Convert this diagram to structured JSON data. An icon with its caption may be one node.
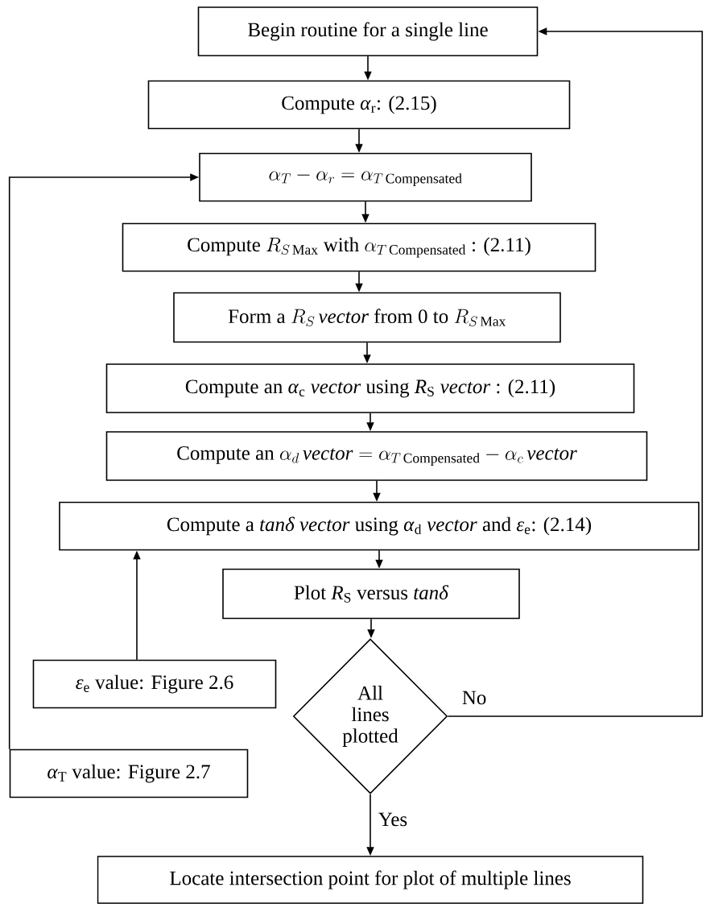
{
  "diagram": {
    "nodes": [
      {
        "text": [
          "Begin routine for a single line"
        ]
      },
      {
        "text": [
          "Compute *α*$_{r}$: (2.15)"
        ]
      },
      {
        "text": [
          "\\alpha_{T} - \\alpha_{r} = \\alpha_{T\\,\\mathrm{Compensated}}"
        ]
      },
      {
        "text": [
          "\\mbox{Compute } R_{S\\,\\mathrm{Max}} \\mbox{ with } \\alpha_{T\\,\\mathrm{Compensated}} \\mbox{ : (2.11)}"
        ]
      },
      {
        "text": [
          "\\mbox{Form a } R_{S}\\, \\textit{vector} \\mbox{ from 0 to } R_{S\\,\\mathrm{Max}}"
        ]
      },
      {
        "text": [
          "Compute an *α*$_{c}$ *vector* using *R*$_{S}$ *vector* : (2.11)"
        ]
      },
      {
        "text": [
          "\\mbox{Compute an } \\alpha_{d}\\, \\textit{vector} = \\alpha_{T\\,\\mathrm{Compensated}} - \\alpha_{c}\\, \\textit{vector}"
        ]
      },
      {
        "text": [
          "Compute a *tanδ vector* using *α*$_{d}$ *vector* and *ε*$_{e}$: (2.14)"
        ]
      },
      {
        "text": [
          "Plot *R*$_{S}$ versus *tanδ*"
        ]
      },
      {
        "text": [
          "All lines plotted"
        ]
      },
      {
        "text": [
          "*ε*$_{e}$ value: Figure 2.6"
        ]
      },
      {
        "text": [
          "*α*$_{T}$ value: Figure 2.7"
        ]
      },
      {
        "text": [
          "Locate intersection point for plot of multiple lines"
        ]
      }
    ],
    "edges": [
      {
        "from": 0,
        "to": 1,
        "arrow": "to"
      },
      {
        "from": 1,
        "to": 2,
        "arrow": "to"
      },
      {
        "from": 2,
        "to": 3,
        "arrow": "to"
      },
      {
        "from": 3,
        "to": 4,
        "arrow": "to"
      },
      {
        "from": 4,
        "to": 5,
        "arrow": "to"
      },
      {
        "from": 5,
        "to": 6,
        "arrow": "to"
      },
      {
        "from": 6,
        "to": 7,
        "arrow": "to"
      },
      {
        "from": 7,
        "to": 8,
        "arrow": "to"
      },
      {
        "from": 8,
        "to": 9,
        "arrow": "to"
      },
      {
        "from": 9,
        "to": 0,
        "arrow": "to",
        "label": "No"
      },
      {
        "from": 9,
        "to": 12,
        "arrow": "to",
        "label": "Yes"
      },
      {
        "from": 10,
        "to": 7,
        "arrow": "to"
      },
      {
        "from": 11,
        "to": 2,
        "arrow": "to"
      }
    ]
  }
}
